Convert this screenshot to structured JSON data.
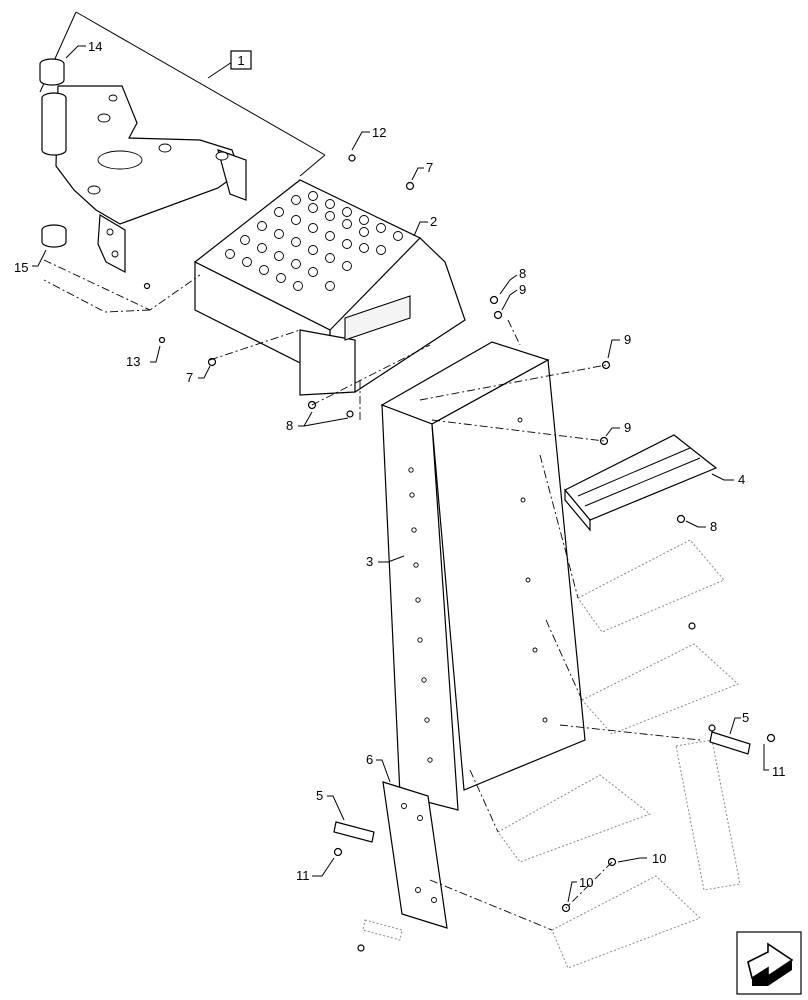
{
  "callouts": {
    "assembly": "1",
    "p2": "2",
    "p3": "3",
    "p4": "4",
    "p5a": "5",
    "p5b": "5",
    "p6": "6",
    "p7a": "7",
    "p7b": "7",
    "p8a": "8",
    "p8b": "8",
    "p8c": "8",
    "p9a": "9",
    "p9b": "9",
    "p9c": "9",
    "p10a": "10",
    "p10b": "10",
    "p11a": "11",
    "p11b": "11",
    "p12": "12",
    "p13": "13",
    "p14": "14",
    "p15": "15"
  },
  "icons": {
    "corner": "orientation-arrow-icon"
  }
}
